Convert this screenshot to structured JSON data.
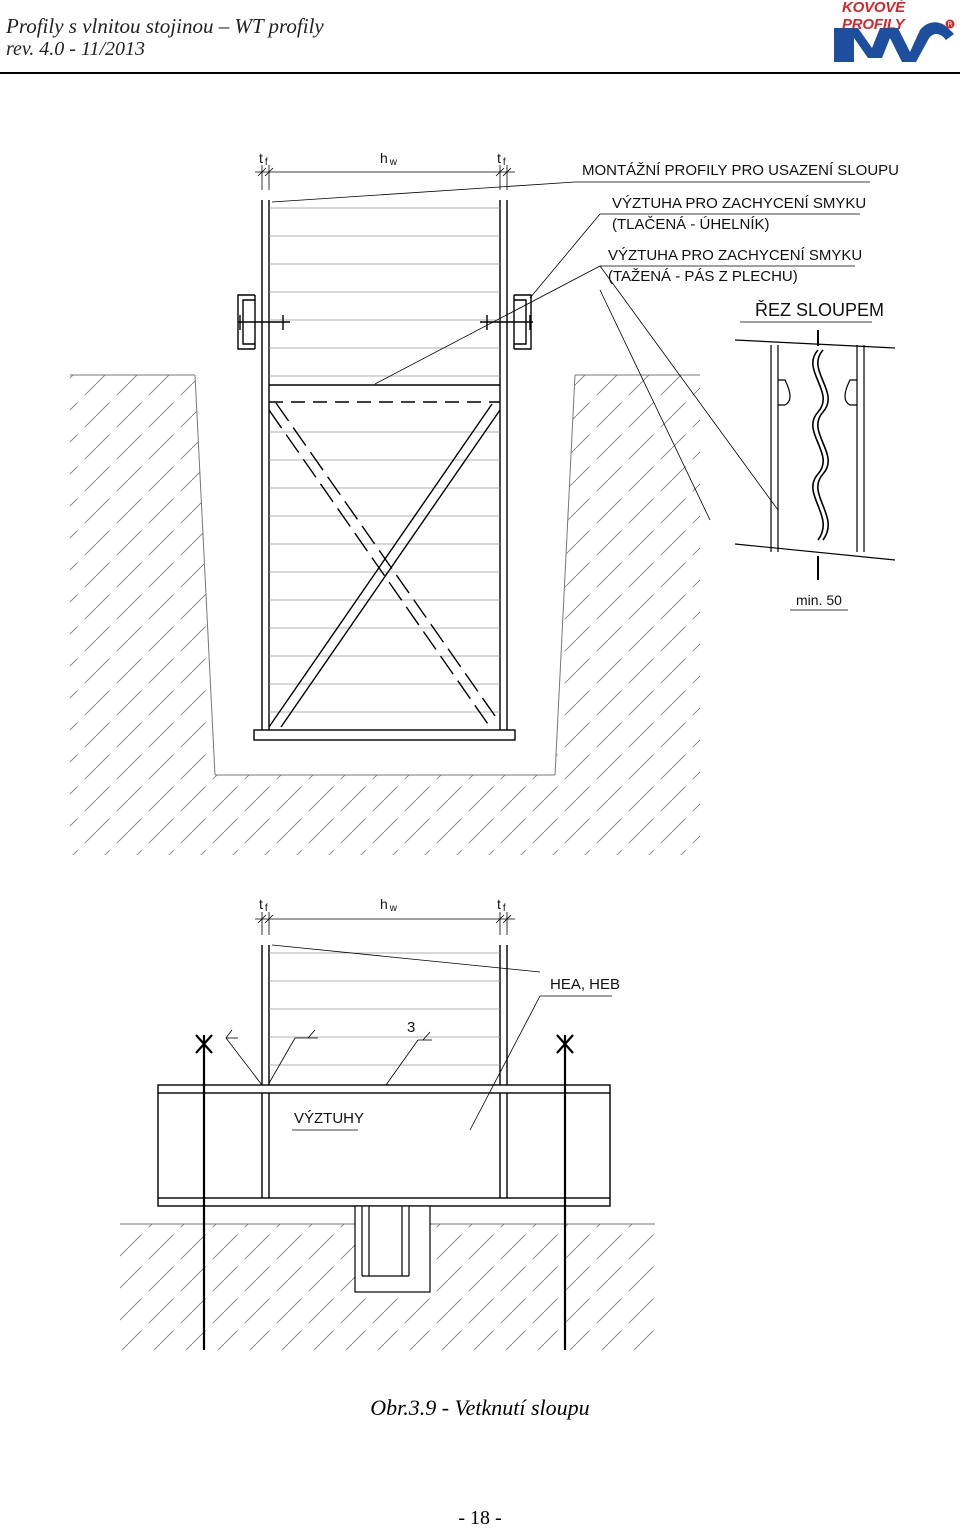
{
  "header": {
    "title": "Profily s vlnitou stojinou – WT profily",
    "revision": "rev. 4.0 - 11/2013",
    "logo_text": "KOVOVÉ PROFILY",
    "logo_color": "#d8262a",
    "logo_mark_color": "#1d4f9e"
  },
  "figure_top": {
    "dim_tf_left": "t",
    "dim_tf_left_sub": "f",
    "dim_hw": "h",
    "dim_hw_sub": "w",
    "dim_tf_right": "t",
    "dim_tf_right_sub": "f",
    "label_mounting": "MONTÁŽNÍ PROFILY PRO USAZENÍ SLOUPU",
    "label_stiffener_compressed_1": "VÝZTUHA PRO ZACHYCENÍ SMYKU",
    "label_stiffener_compressed_2": "(TLAČENÁ - ÚHELNÍK)",
    "label_stiffener_tension_1": "VÝZTUHA PRO ZACHYCENÍ SMYKU",
    "label_stiffener_tension_2": "(TAŽENÁ - PÁS Z PLECHU)",
    "label_section": "ŘEZ SLOUPEM",
    "label_min": "min. 50"
  },
  "figure_bottom": {
    "dim_tf_left": "t",
    "dim_tf_left_sub": "f",
    "dim_hw": "h",
    "dim_hw_sub": "w",
    "dim_tf_right": "t",
    "dim_tf_right_sub": "f",
    "label_profile": "HEA, HEB",
    "label_weld": "3",
    "label_stiffeners": "VÝZTUHY"
  },
  "caption": "Obr.3.9 - Vetknutí sloupu",
  "page_number": "- 18 -"
}
